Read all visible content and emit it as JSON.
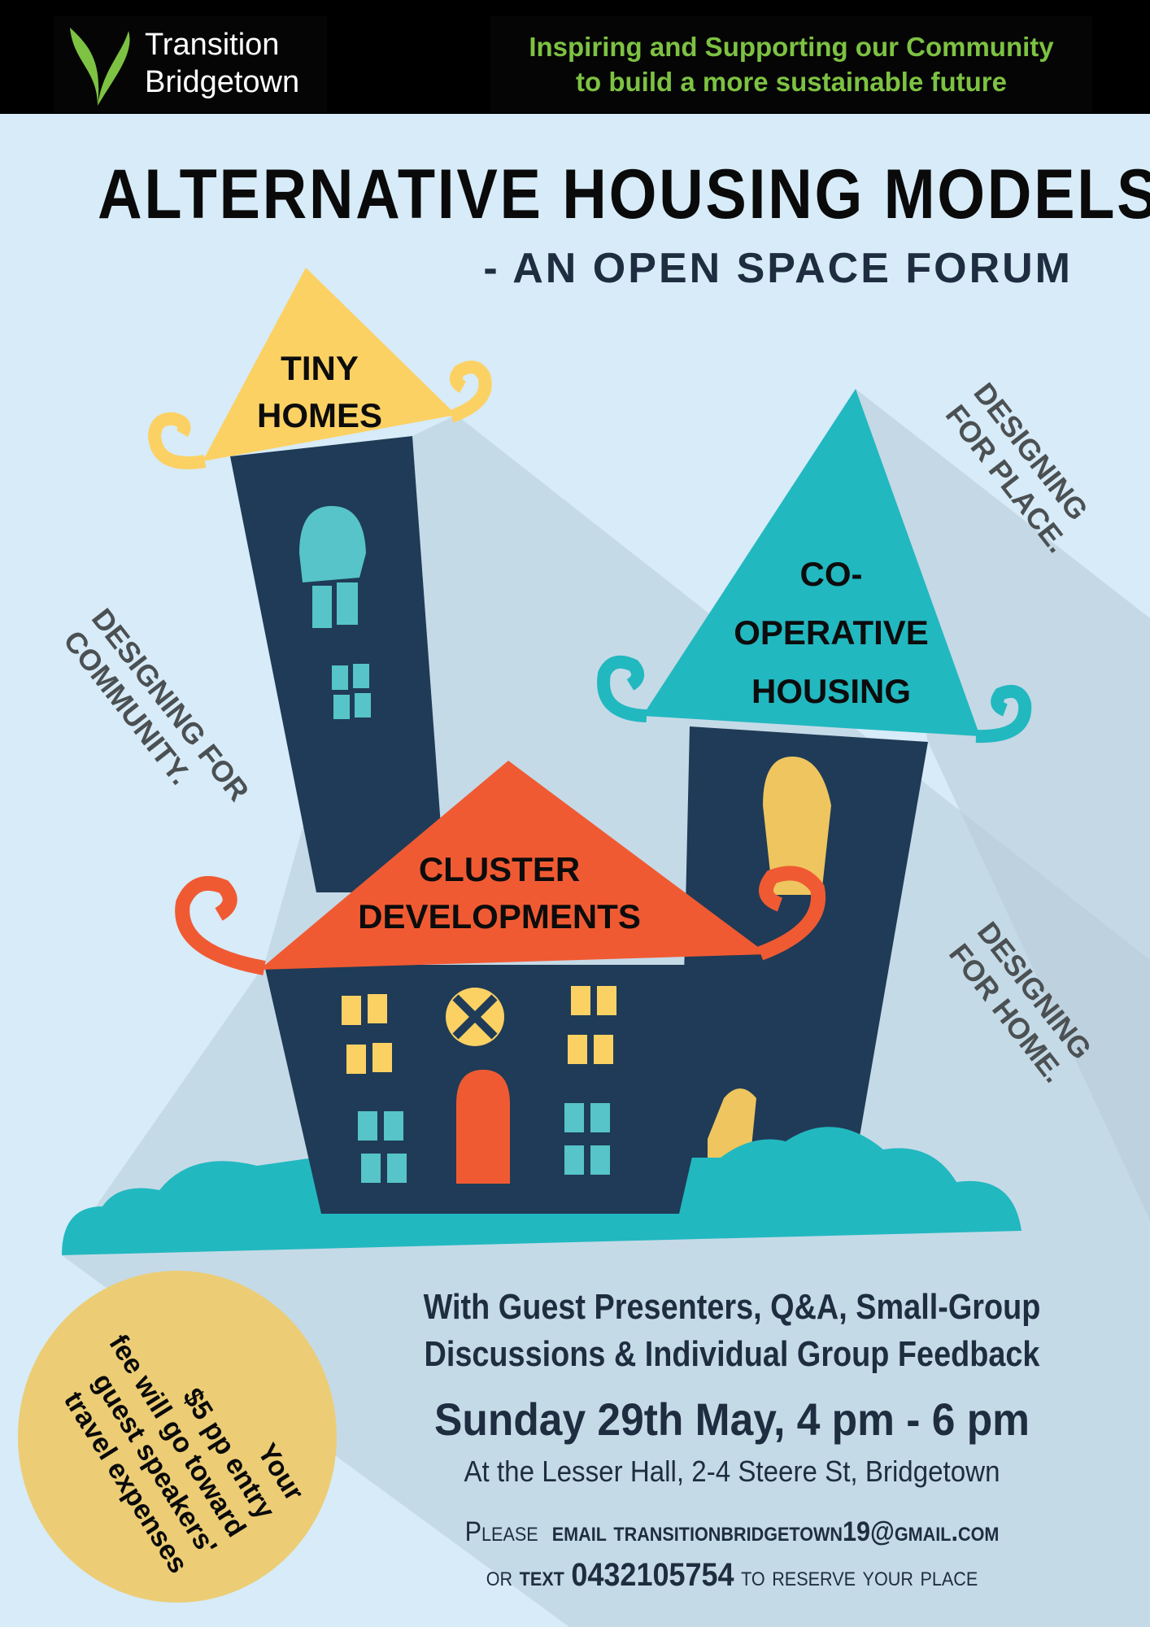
{
  "header": {
    "logo_line1": "Transition",
    "logo_line2": "Bridgetown",
    "tagline_line1": "Inspiring and Supporting our Community",
    "tagline_line2": "to build a more sustainable future"
  },
  "title": "ALTERNATIVE HOUSING MODELS",
  "subtitle": "- AN OPEN SPACE FORUM",
  "houses": {
    "tiny": [
      "TINY",
      "HOMES"
    ],
    "coop": [
      "CO-",
      "OPERATIVE",
      "HOUSING"
    ],
    "cluster": [
      "CLUSTER",
      "DEVELOPMENTS"
    ]
  },
  "side_labels": {
    "place": [
      "DESIGNING",
      "FOR PLACE."
    ],
    "community": [
      "DESIGNING FOR",
      "COMMUNITY."
    ],
    "home": [
      "DESIGNING",
      "FOR HOME."
    ]
  },
  "fee_note": [
    "Your",
    "$5 pp entry",
    "fee will go toward",
    "guest speakers'",
    "travel expenses"
  ],
  "details": {
    "line1": "With Guest Presenters, Q&A, Small-Group",
    "line2": "Discussions & Individual Group Feedback",
    "date": "Sunday 29th May,  4 pm - 6 pm",
    "venue": "At the Lesser Hall,  2-4 Steere St, Bridgetown",
    "contact_please": "Please",
    "contact_email_prefix": "email",
    "email": "transitionbridgetown19@gmail.com",
    "contact_or": "or",
    "contact_text": "text",
    "phone": "0432105754",
    "contact_suffix": "to reserve your place"
  },
  "colors": {
    "background": "#d7ebf8",
    "navy": "#1f3b57",
    "yellow": "#fcd163",
    "teal": "#22b8c0",
    "orange": "#f05a33",
    "green": "#7dc242"
  }
}
